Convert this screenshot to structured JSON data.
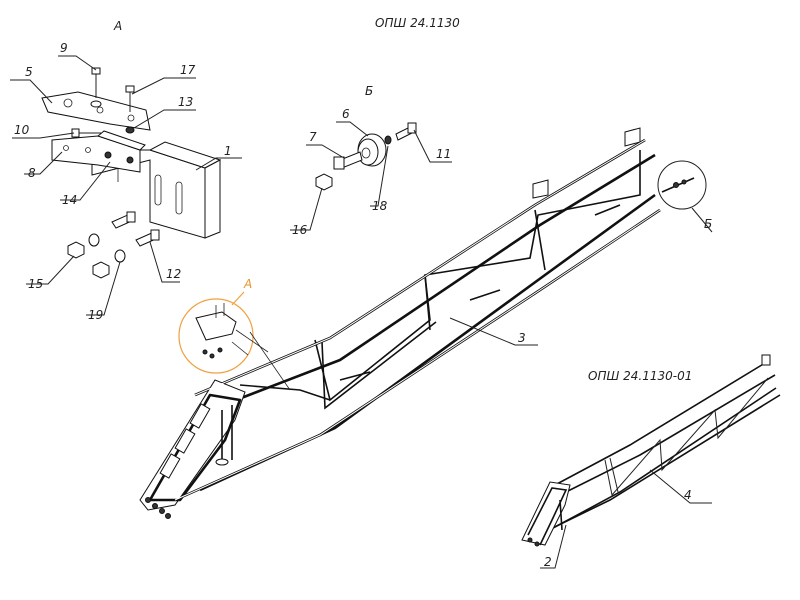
{
  "titles": {
    "main": "ОПШ 24.1130",
    "variant": "ОПШ 24.1130-01"
  },
  "sections": {
    "a_view": "А",
    "b_view": "Б",
    "a_marker": "А",
    "b_marker": "Б"
  },
  "callouts": {
    "c1": "1",
    "c2": "2",
    "c3": "3",
    "c4": "4",
    "c5": "5",
    "c6": "6",
    "c7": "7",
    "c8": "8",
    "c9": "9",
    "c10": "10",
    "c11": "11",
    "c12": "12",
    "c13": "13",
    "c14": "14",
    "c15": "15",
    "c16": "16",
    "c17": "17",
    "c18": "18",
    "c19": "19"
  },
  "colors": {
    "line": "#222222",
    "accent": "#e8952a"
  }
}
